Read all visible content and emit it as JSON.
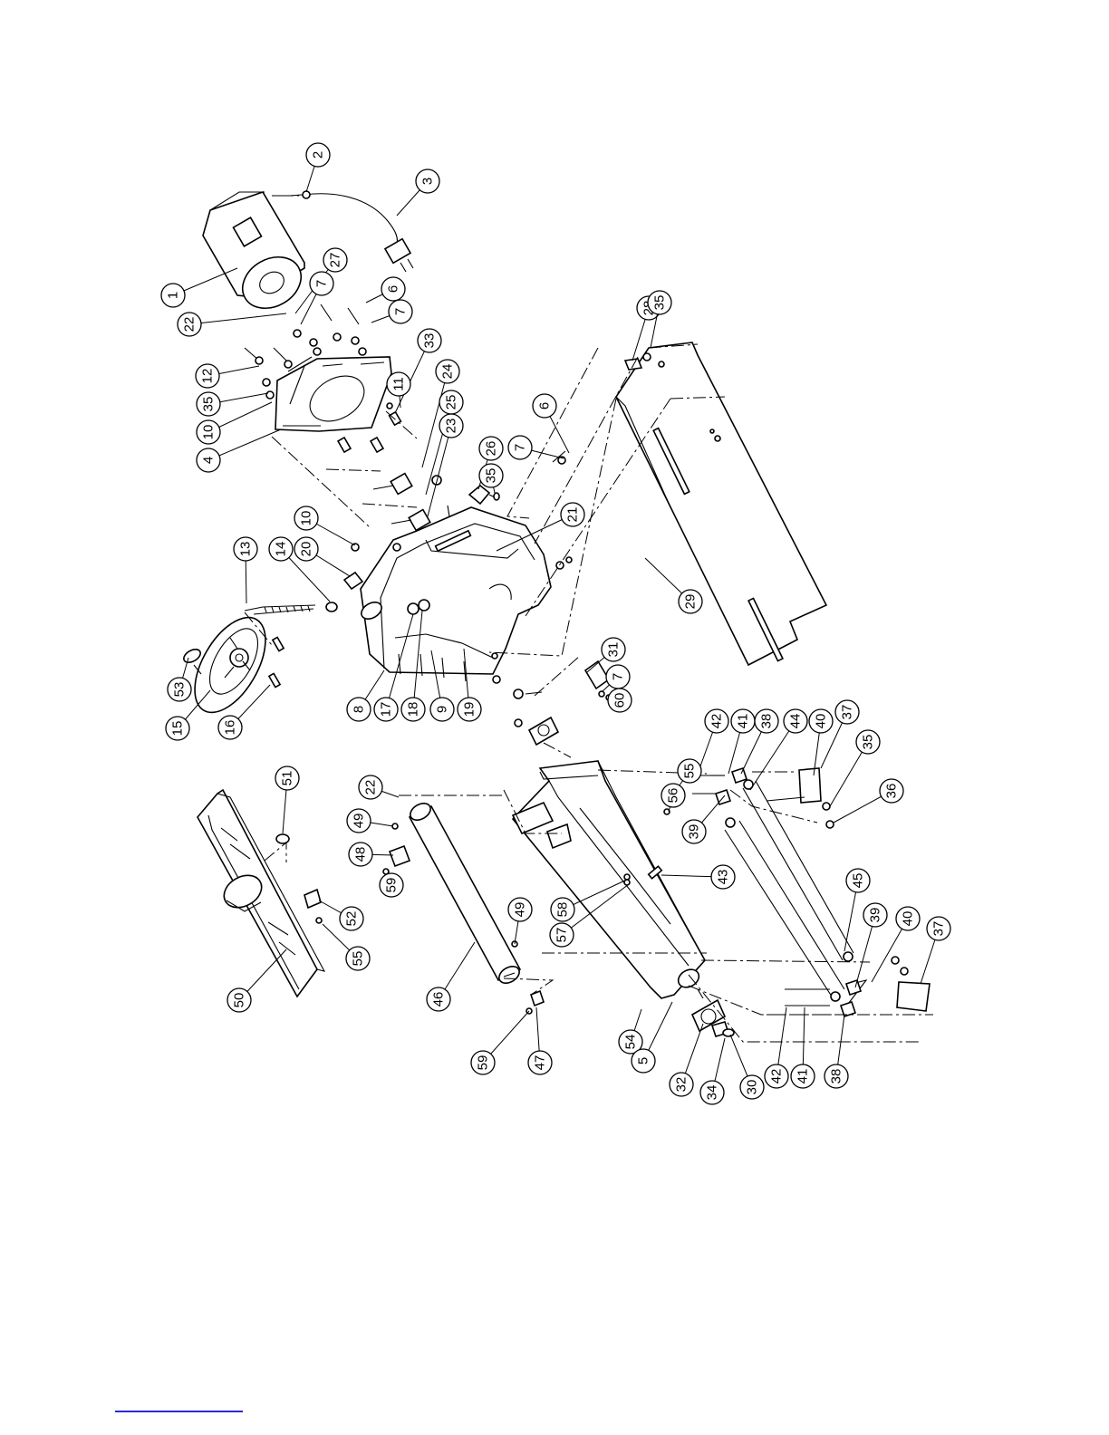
{
  "diagram": {
    "callouts": [
      {
        "label": "1"
      },
      {
        "label": "2"
      },
      {
        "label": "3"
      },
      {
        "label": "22"
      },
      {
        "label": "27"
      },
      {
        "label": "7"
      },
      {
        "label": "6"
      },
      {
        "label": "7"
      },
      {
        "label": "12"
      },
      {
        "label": "35"
      },
      {
        "label": "10"
      },
      {
        "label": "4"
      },
      {
        "label": "33"
      },
      {
        "label": "11"
      },
      {
        "label": "24"
      },
      {
        "label": "25"
      },
      {
        "label": "23"
      },
      {
        "label": "26"
      },
      {
        "label": "35"
      },
      {
        "label": "7"
      },
      {
        "label": "6"
      },
      {
        "label": "28"
      },
      {
        "label": "35"
      },
      {
        "label": "13"
      },
      {
        "label": "14"
      },
      {
        "label": "20"
      },
      {
        "label": "10"
      },
      {
        "label": "21"
      },
      {
        "label": "29"
      },
      {
        "label": "53"
      },
      {
        "label": "15"
      },
      {
        "label": "16"
      },
      {
        "label": "8"
      },
      {
        "label": "17"
      },
      {
        "label": "18"
      },
      {
        "label": "9"
      },
      {
        "label": "19"
      },
      {
        "label": "31"
      },
      {
        "label": "7"
      },
      {
        "label": "60"
      },
      {
        "label": "51"
      },
      {
        "label": "22"
      },
      {
        "label": "49"
      },
      {
        "label": "48"
      },
      {
        "label": "59"
      },
      {
        "label": "52"
      },
      {
        "label": "55"
      },
      {
        "label": "50"
      },
      {
        "label": "42"
      },
      {
        "label": "41"
      },
      {
        "label": "38"
      },
      {
        "label": "44"
      },
      {
        "label": "40"
      },
      {
        "label": "37"
      },
      {
        "label": "35"
      },
      {
        "label": "36"
      },
      {
        "label": "55"
      },
      {
        "label": "56"
      },
      {
        "label": "39"
      },
      {
        "label": "43"
      },
      {
        "label": "58"
      },
      {
        "label": "57"
      },
      {
        "label": "45"
      },
      {
        "label": "49"
      },
      {
        "label": "46"
      },
      {
        "label": "54"
      },
      {
        "label": "59"
      },
      {
        "label": "47"
      },
      {
        "label": "5"
      },
      {
        "label": "32"
      },
      {
        "label": "34"
      },
      {
        "label": "30"
      },
      {
        "label": "39"
      },
      {
        "label": "40"
      },
      {
        "label": "37"
      },
      {
        "label": "42"
      },
      {
        "label": "41"
      },
      {
        "label": "38"
      }
    ]
  }
}
